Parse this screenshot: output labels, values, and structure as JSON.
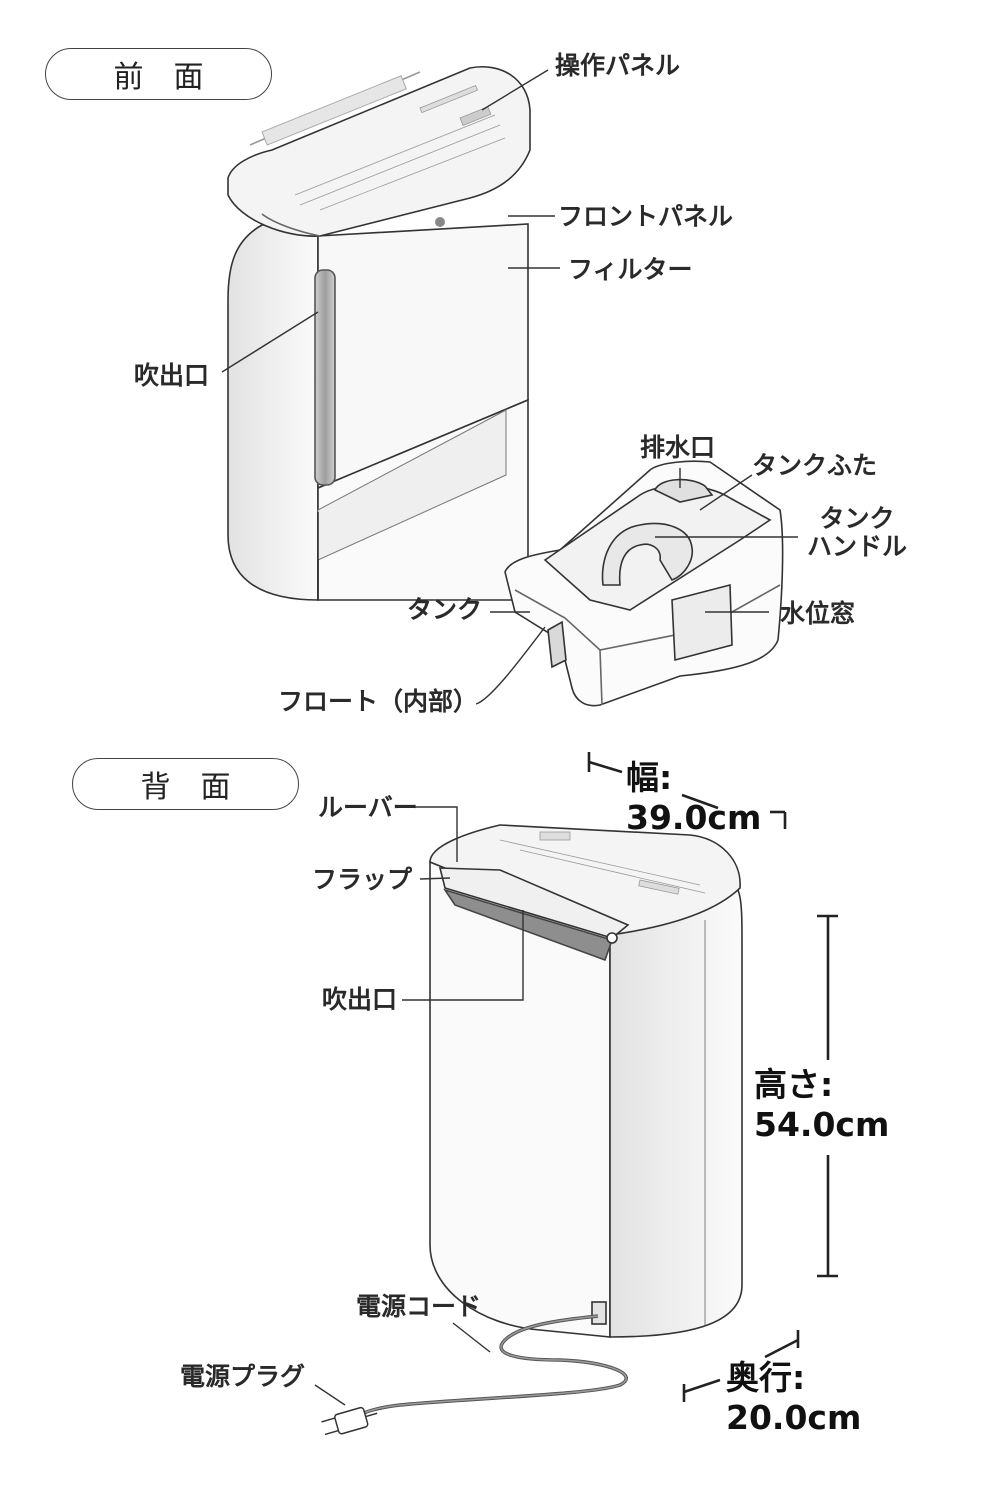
{
  "sections": {
    "front": "前面",
    "back": "背面"
  },
  "labels": {
    "control_panel": "操作パネル",
    "front_panel": "フロントパネル",
    "filter": "フィルター",
    "outlet_front": "吹出口",
    "drain_port": "排水口",
    "tank_lid": "タンクふた",
    "tank_handle_line1": "タンク",
    "tank_handle_line2": "ハンドル",
    "tank": "タンク",
    "water_level_window": "水位窓",
    "float_inner": "フロート（内部）",
    "louver": "ルーバー",
    "flap": "フラップ",
    "outlet_back": "吹出口",
    "power_cord": "電源コード",
    "power_plug": "電源プラグ"
  },
  "dimensions": {
    "width_label": "幅:",
    "width_value": "39.0cm",
    "height_label": "高さ:",
    "height_value": "54.0cm",
    "depth_label": "奥行:",
    "depth_value": "20.0cm"
  },
  "colors": {
    "line": "#333333",
    "body_fill": "#f7f7f7",
    "shade": "#d9d9d9",
    "dark_shade": "#a8a8a8"
  }
}
